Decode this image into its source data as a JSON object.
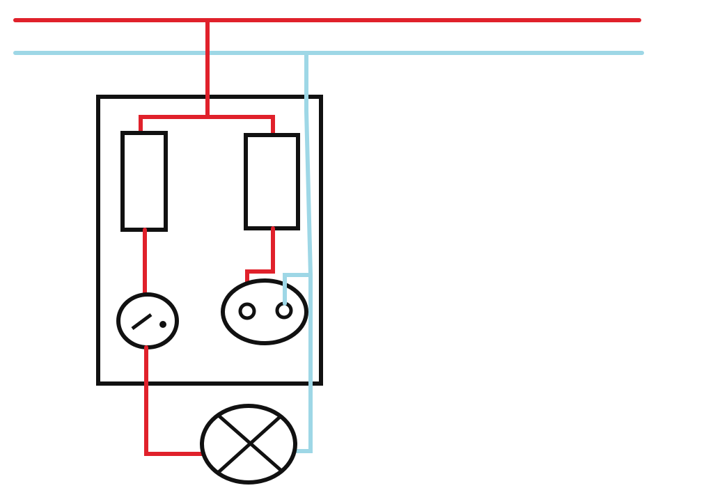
{
  "diagram": {
    "type": "electrical-wiring-schematic",
    "components": [
      "live-busbar",
      "neutral-busbar",
      "distribution-box",
      "fuse-left",
      "fuse-right",
      "light-switch",
      "power-socket",
      "lamp"
    ],
    "colors": {
      "live": "#e0212b",
      "neutral": "#9ed7e6",
      "outline": "#111111",
      "background": "#ffffff"
    }
  }
}
